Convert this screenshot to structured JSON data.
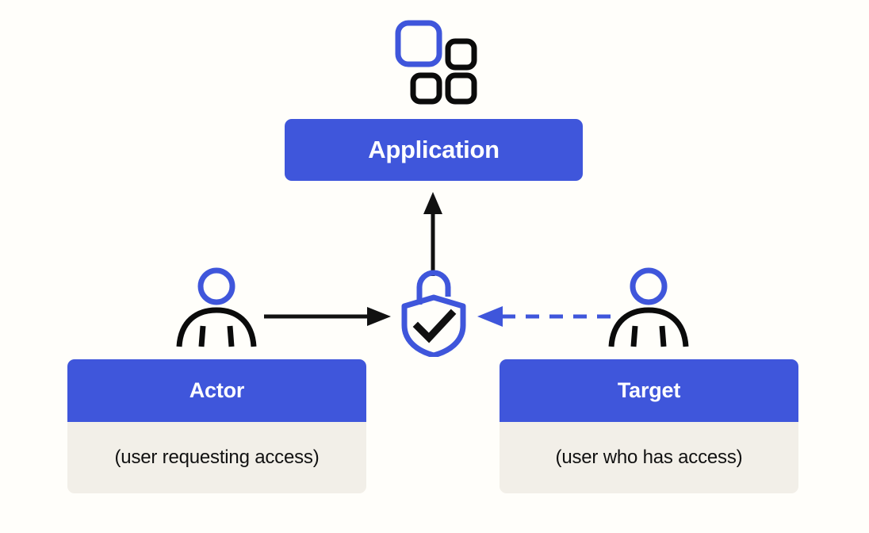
{
  "diagram": {
    "background_color": "#fffefa",
    "accent_blue": "#3f56db",
    "card_body_color": "#f2efe8",
    "ink_black": "#111111"
  },
  "top": {
    "app_grid_icon_name": "app-grid-icon",
    "application": {
      "label": "Application",
      "fill": "#3f56db",
      "text_color": "#ffffff"
    },
    "arrow_up_name": "arrow-up-to-application"
  },
  "center": {
    "lock_icon_name": "unlocked-shield-check-icon",
    "lock_color": "#3f56db",
    "check_color": "#111111"
  },
  "connectors": [
    {
      "name": "arrow-actor-to-shield",
      "style": "solid",
      "color": "#111111",
      "direction": "right"
    },
    {
      "name": "arrow-target-to-shield",
      "style": "dashed",
      "color": "#3f56db",
      "direction": "left"
    }
  ],
  "cards": [
    {
      "id": "actor",
      "title": "Actor",
      "subtitle": "(user requesting access)",
      "person_icon_name": "person-icon-actor"
    },
    {
      "id": "target",
      "title": "Target",
      "subtitle": "(user who has access)",
      "person_icon_name": "person-icon-target"
    }
  ]
}
